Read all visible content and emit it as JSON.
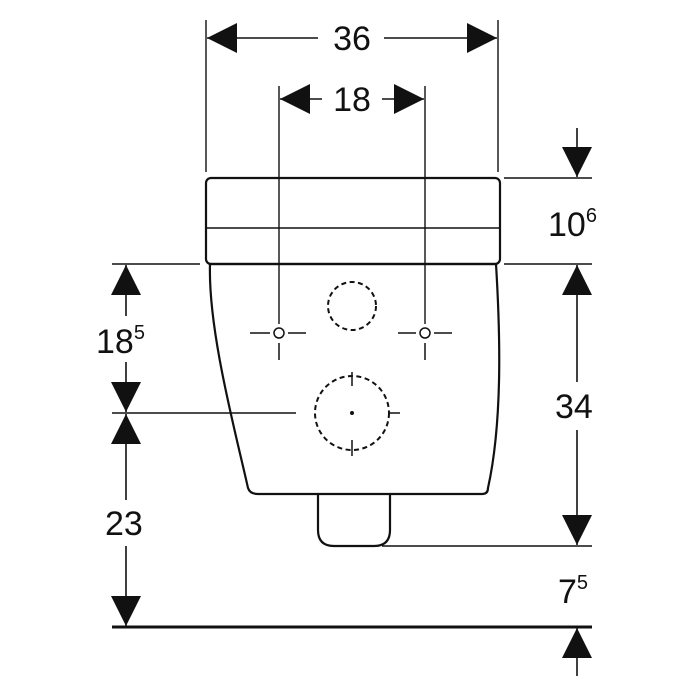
{
  "dimensions": {
    "overall_width": {
      "main": "36",
      "sup": ""
    },
    "fixing_spacing": {
      "main": "18",
      "sup": ""
    },
    "seat_thickness": {
      "main": "10",
      "sup": "6"
    },
    "fixing_height": {
      "main": "18",
      "sup": "5"
    },
    "outlet_height": {
      "main": "23",
      "sup": ""
    },
    "bowl_height": {
      "main": "34",
      "sup": ""
    },
    "floor_clearance": {
      "main": "7",
      "sup": "5"
    }
  },
  "colors": {
    "line": "#111111",
    "background": "#ffffff"
  }
}
